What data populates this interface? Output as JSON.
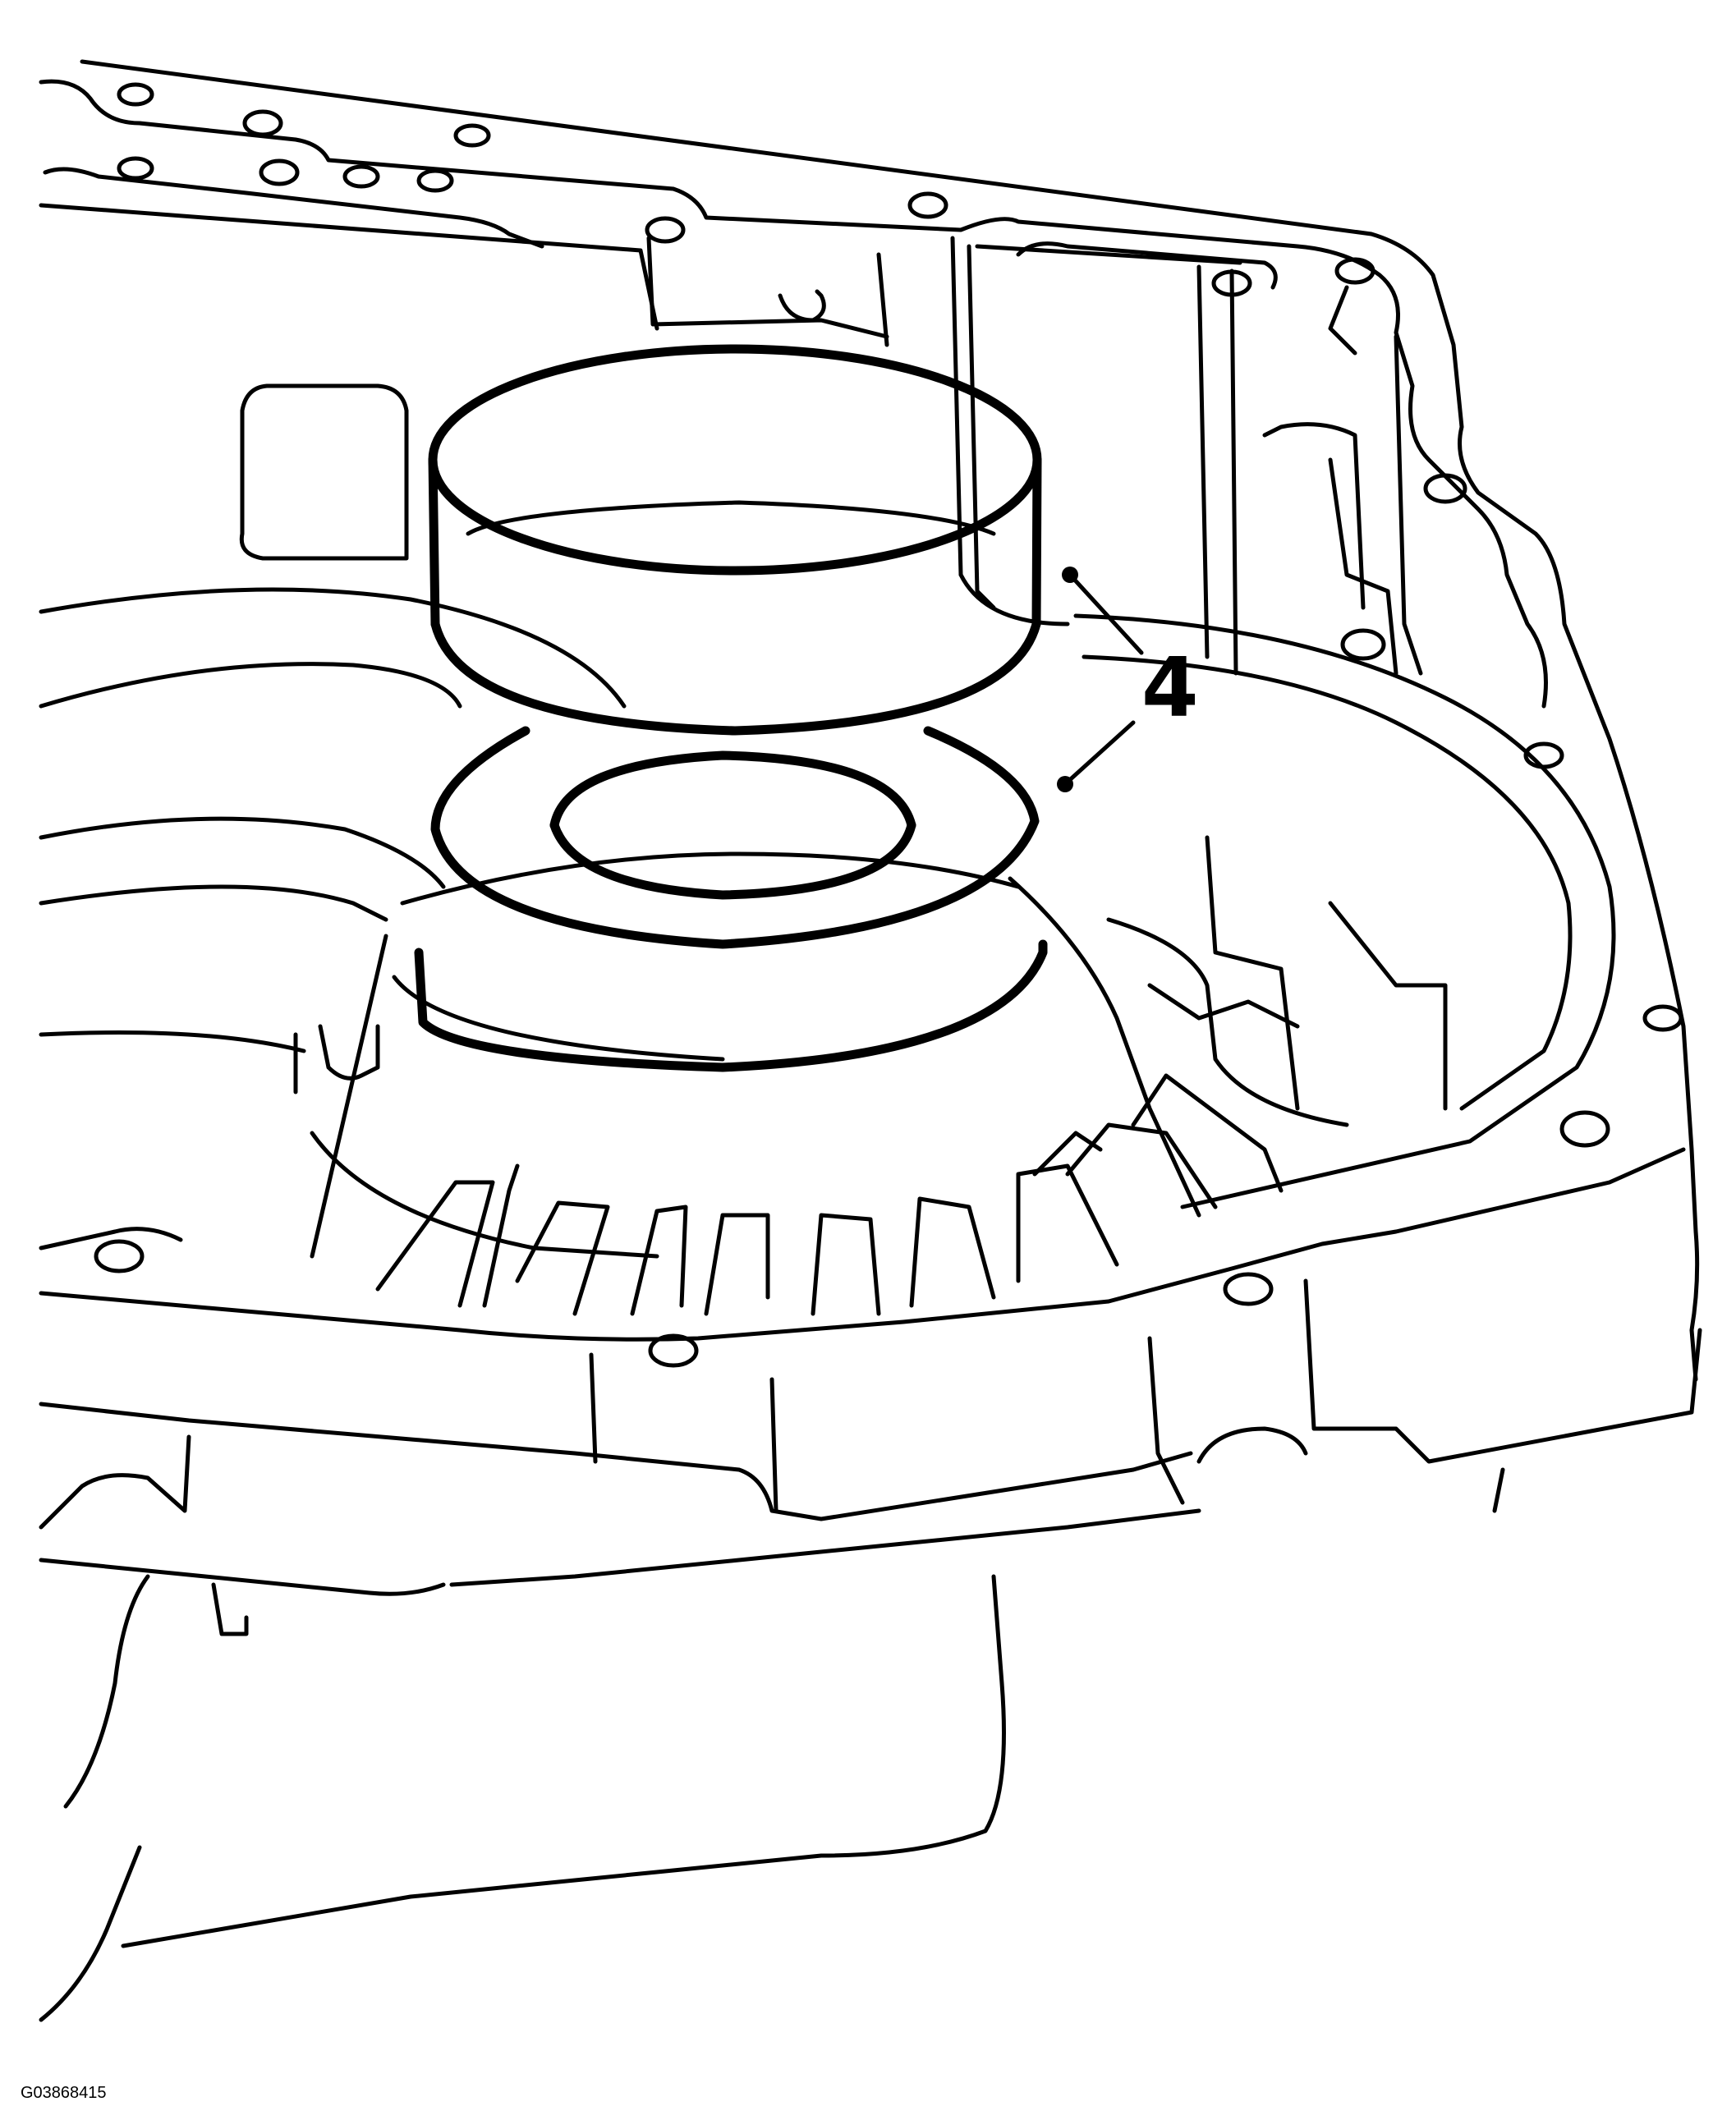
{
  "diagram": {
    "callout_label": "4",
    "figure_id": "G03868415",
    "parts": {
      "housing": "transmission-housing",
      "upper_race": "bearing-race-upper",
      "lower_race": "bearing-race-lower",
      "seat": "bearing-seat"
    }
  }
}
